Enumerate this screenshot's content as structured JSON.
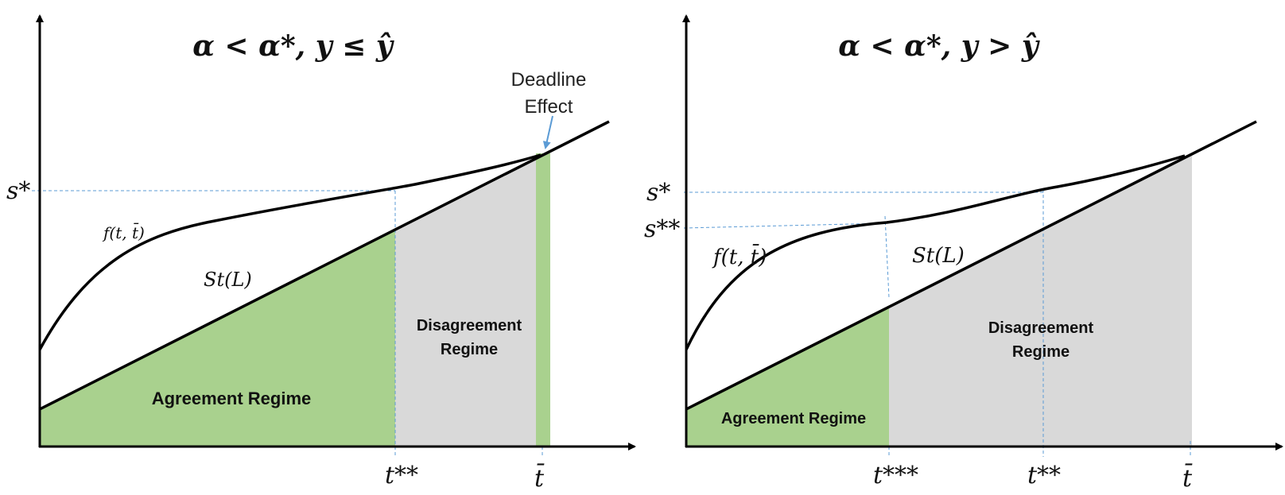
{
  "left_panel": {
    "title": "α < α*, y ≤ ŷ",
    "y_label_s_star": "s*",
    "curve_f_label": "f(t, t̄)",
    "line_s_label": "St(L)",
    "agreement_label": "Agreement Regime",
    "disagreement_label_1": "Disagreement",
    "disagreement_label_2": "Regime",
    "deadline_label_1": "Deadline",
    "deadline_label_2": "Effect",
    "x_tick_1": "t**",
    "x_tick_2": "t̄"
  },
  "right_panel": {
    "title": "α < α*, y > ŷ",
    "y_label_s_star": "s*",
    "y_label_s_2star": "s**",
    "curve_f_label": "f(t, t̄)",
    "line_s_label": "St(L)",
    "agreement_label": "Agreement Regime",
    "disagreement_label_1": "Disagreement",
    "disagreement_label_2": "Regime",
    "x_tick_1": "t***",
    "x_tick_2": "t**",
    "x_tick_3": "t̄"
  },
  "colors": {
    "agreement": "#a9d18e",
    "disagreement": "#d9d9d9",
    "guide": "#5b9bd5",
    "axis": "#000000"
  }
}
